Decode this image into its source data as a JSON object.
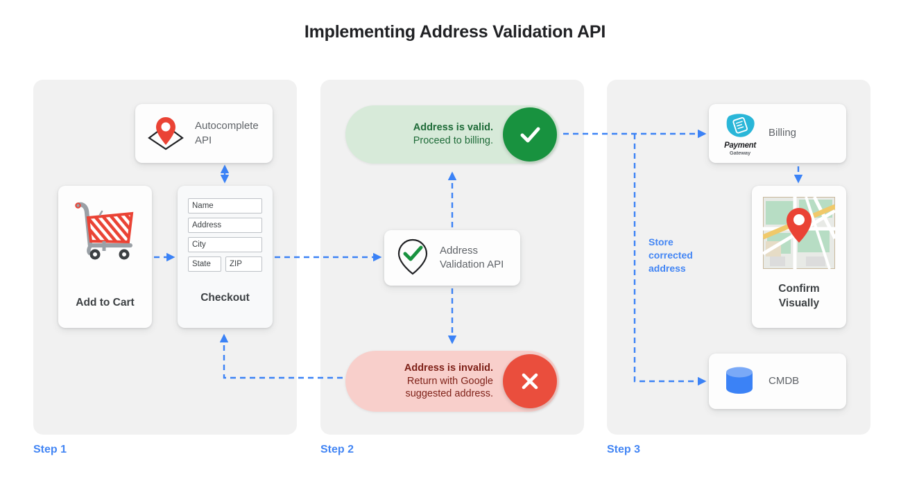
{
  "page": {
    "title": "Implementing Address Validation API",
    "accent_blue": "#4285f4",
    "panel_bg": "#f1f1f1",
    "valid_green": "#18923f",
    "invalid_red": "#ea4e3d"
  },
  "steps": [
    {
      "label": "Step 1"
    },
    {
      "label": "Step 2"
    },
    {
      "label": "Step 3"
    }
  ],
  "step1": {
    "autocomplete_card": {
      "line1": "Autocomplete",
      "line2": "API",
      "icon": "map-pin-diamond-icon"
    },
    "cart_card": {
      "label": "Add to Cart",
      "icon": "shopping-cart-icon"
    },
    "checkout_card": {
      "label": "Checkout",
      "fields": [
        {
          "name": "name-field",
          "value": "Name"
        },
        {
          "name": "address-field",
          "value": "Address"
        },
        {
          "name": "city-field",
          "value": "City"
        },
        {
          "name": "state-field",
          "value": "State"
        },
        {
          "name": "zip-field",
          "value": "ZIP"
        }
      ]
    }
  },
  "step2": {
    "valid_pill": {
      "line1": "Address is valid.",
      "line2": "Proceed to billing.",
      "icon": "check-circle-icon",
      "color": "#18923f"
    },
    "invalid_pill": {
      "line1": "Address is invalid.",
      "line2": "Return with Google",
      "line3": "suggested address.",
      "icon": "x-circle-icon",
      "color": "#ea4e3d"
    },
    "validation_card": {
      "line1": "Address",
      "line2": "Validation API",
      "icon": "map-pin-check-icon"
    }
  },
  "step3": {
    "billing_card": {
      "label": "Billing",
      "logo_name": "Payment",
      "logo_sub": "Gateway",
      "icon": "payment-gateway-logo-icon"
    },
    "map_card": {
      "line1": "Confirm",
      "line2": "Visually",
      "icon": "map-thumbnail-icon"
    },
    "cmdb_card": {
      "label": "CMDB",
      "icon": "database-cylinder-icon"
    },
    "store_note": {
      "line1": "Store",
      "line2": "corrected",
      "line3": "address"
    }
  }
}
